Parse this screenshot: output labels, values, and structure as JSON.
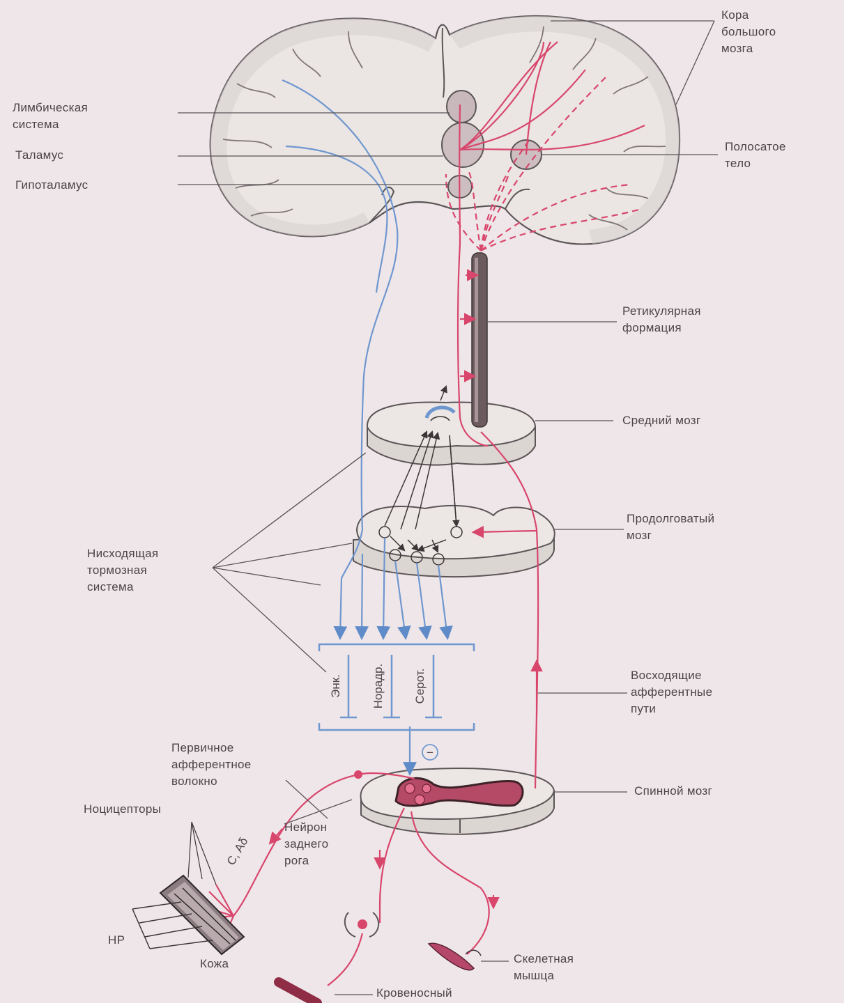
{
  "labels": {
    "cortex": "Кора\nбольшого\nмозга",
    "limbic": "Лимбическая\nсистема",
    "thalamus": "Таламус",
    "hypothalamus": "Гипоталамус",
    "striatum": "Полосатое\nтело",
    "reticular": "Ретикулярная\nформация",
    "midbrain": "Средний мозг",
    "medulla": "Продолговатый\nмозг",
    "descending": "Нисходящая\nтормозная\nсистема",
    "ascending": "Восходящие\nафферентные\nпути",
    "primary_fiber": "Первичное\nафферентное\nволокно",
    "spinal_cord": "Спинной мозг",
    "nociceptors": "Ноцицепторы",
    "dorsal_horn": "Нейрон\nзаднего\nрога",
    "fibers": "C, Aδ",
    "hp": "HP",
    "skin": "Кожа",
    "muscle": "Скелетная\nмышца",
    "vessel": "Кровеносный",
    "enk": "Энк.",
    "noradr": "Норадр.",
    "serot": "Серот.",
    "minus": "−"
  },
  "colors": {
    "ascending": "#d8466c",
    "descending": "#6f97cf",
    "background": "#efe6e9",
    "brain_fill": "#ece6e4",
    "outline": "#5a5557",
    "reticular": "#6b5a5e"
  }
}
